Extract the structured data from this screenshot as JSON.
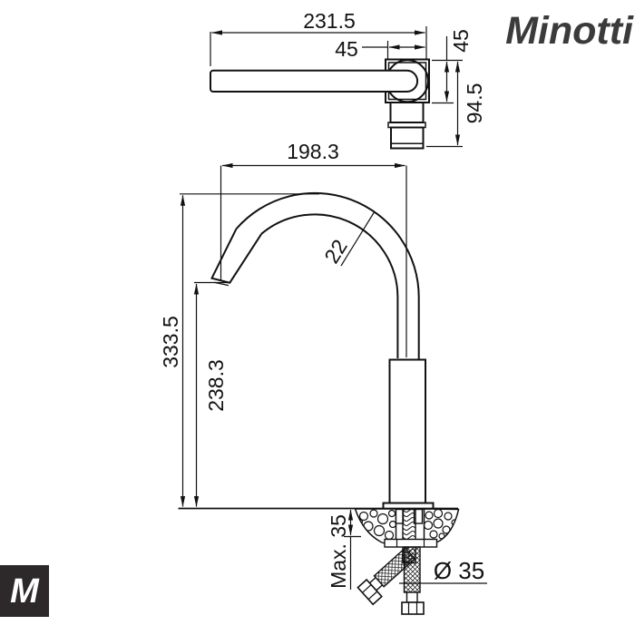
{
  "brand": {
    "name": "Minotti",
    "badge_letter": "M"
  },
  "drawing": {
    "subject": "kitchen-faucet-technical-drawing",
    "units": "mm"
  },
  "dimensions": {
    "handle_length": "231.5",
    "head_width": "45",
    "head_height": "45",
    "head_total_height": "94.5",
    "spout_reach": "198.3",
    "tube_diameter": "22",
    "total_height": "333.5",
    "spout_outlet_height": "238.3",
    "max_counter_thickness": "Max. 35",
    "hole_diameter": "Ø 35"
  },
  "colors": {
    "line": "#111111",
    "brand": "#3b3b3b",
    "badge_bg": "#2d292b"
  }
}
